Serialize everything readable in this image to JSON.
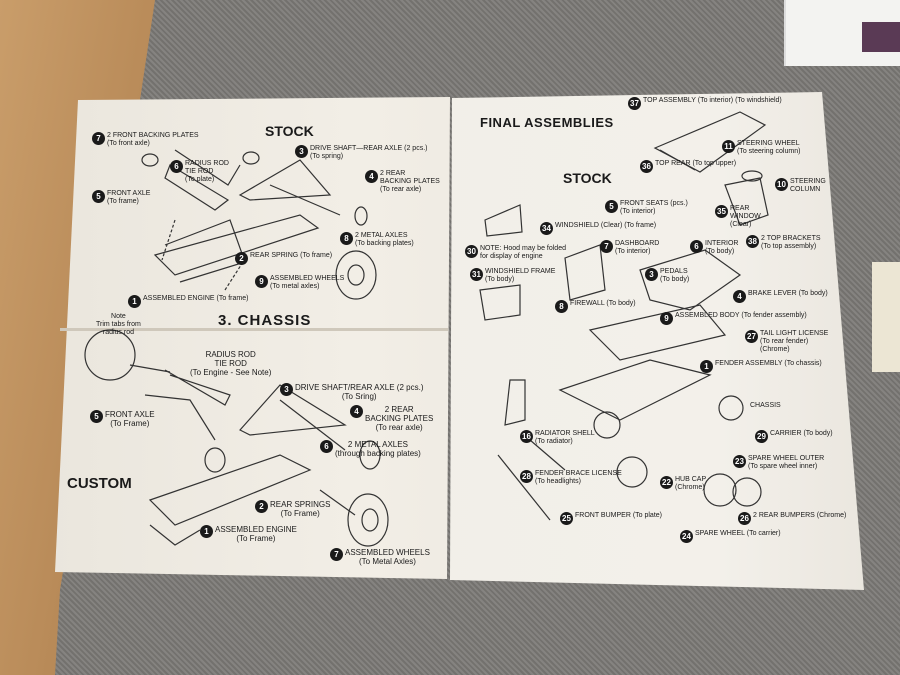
{
  "left_sheet": {
    "stock_title": "STOCK",
    "chassis_title": "3. CHASSIS",
    "custom_title": "CUSTOM",
    "note": "Note\nTrim tabs from\nradius rod",
    "stock_labels": [
      {
        "n": "7",
        "text": "2 FRONT BACKING PLATES\n(To front axle)"
      },
      {
        "n": "6",
        "text": "RADIUS ROD\nTIE ROD\n(To plate)"
      },
      {
        "n": "5",
        "text": "FRONT AXLE\n(To frame)"
      },
      {
        "n": "3",
        "text": "DRIVE SHAFT—REAR AXLE (2 pcs.)\n(To spring)"
      },
      {
        "n": "4",
        "text": "2 REAR\nBACKING PLATES\n(To rear axle)"
      },
      {
        "n": "8",
        "text": "2 METAL AXLES\n(To backing plates)"
      },
      {
        "n": "2",
        "text": "REAR SPRING (To frame)"
      },
      {
        "n": "9",
        "text": "ASSEMBLED WHEELS\n(To metal axles)"
      },
      {
        "n": "1",
        "text": "ASSEMBLED ENGINE (To frame)"
      }
    ],
    "custom_labels": [
      {
        "n": "",
        "text": "RADIUS ROD\nTIE ROD\n(To Engine - See Note)"
      },
      {
        "n": "5",
        "text": "FRONT AXLE\n(To Frame)"
      },
      {
        "n": "3",
        "text": "DRIVE SHAFT/REAR AXLE (2 pcs.)\n(To Sring)"
      },
      {
        "n": "4",
        "text": "2 REAR\nBACKING PLATES\n(To rear axle)"
      },
      {
        "n": "6",
        "text": "2 METAL AXLES\n(through backing plates)"
      },
      {
        "n": "2",
        "text": "REAR SPRINGS\n(To Frame)"
      },
      {
        "n": "1",
        "text": "ASSEMBLED ENGINE\n(To Frame)"
      },
      {
        "n": "7",
        "text": "ASSEMBLED WHEELS\n(To Metal Axles)"
      }
    ]
  },
  "right_sheet": {
    "title": "FINAL ASSEMBLIES",
    "stock_title": "STOCK",
    "labels": [
      {
        "n": "37",
        "text": "TOP ASSEMBLY (To interior) (To windshield)"
      },
      {
        "n": "11",
        "text": "STEERING WHEEL\n(To steering column)"
      },
      {
        "n": "36",
        "text": "TOP REAR (To top upper)"
      },
      {
        "n": "10",
        "text": "STEERING\nCOLUMN"
      },
      {
        "n": "30",
        "text": "NOTE: Hood may be folded\nfor display of engine"
      },
      {
        "n": "5",
        "text": "FRONT SEATS (pcs.)\n(To interior)"
      },
      {
        "n": "35",
        "text": "REAR\nWINDOW\n(Clear)"
      },
      {
        "n": "38",
        "text": "2 TOP BRACKETS\n(To top assembly)"
      },
      {
        "n": "34",
        "text": "WINDSHIELD (Clear) (To frame)"
      },
      {
        "n": "7",
        "text": "DASHBOARD\n(To interior)"
      },
      {
        "n": "6",
        "text": "INTERIOR\n(To body)"
      },
      {
        "n": "31",
        "text": "WINDSHIELD FRAME\n(To body)"
      },
      {
        "n": "4",
        "text": "BRAKE LEVER (To body)"
      },
      {
        "n": "3",
        "text": "PEDALS\n(To body)"
      },
      {
        "n": "8",
        "text": "FIREWALL (To body)"
      },
      {
        "n": "9",
        "text": "ASSEMBLED BODY (To fender assembly)"
      },
      {
        "n": "27",
        "text": "TAIL LIGHT LICENSE\n(To rear fender)\n(Chrome)"
      },
      {
        "n": "1",
        "text": "FENDER ASSEMBLY (To chassis)"
      },
      {
        "n": "",
        "text": "CHASSIS"
      },
      {
        "n": "16",
        "text": "RADIATOR SHELL\n(To radiator)"
      },
      {
        "n": "28",
        "text": "FENDER BRACE LICENSE\n(To headlights)"
      },
      {
        "n": "25",
        "text": "FRONT BUMPER (To plate)"
      },
      {
        "n": "23",
        "text": "SPARE WHEEL OUTER\n(To spare wheel inner)"
      },
      {
        "n": "22",
        "text": "HUB CAP\n(Chrome)"
      },
      {
        "n": "24",
        "text": "SPARE WHEEL (To carrier)"
      },
      {
        "n": "26",
        "text": "2 REAR BUMPERS (Chrome)"
      },
      {
        "n": "29",
        "text": "CARRIER (To body)"
      }
    ]
  },
  "colors": {
    "paper": "#efebe2",
    "ink": "#1a1a1a",
    "carpet": "#7d7b78",
    "wood": "#c99d6a"
  }
}
